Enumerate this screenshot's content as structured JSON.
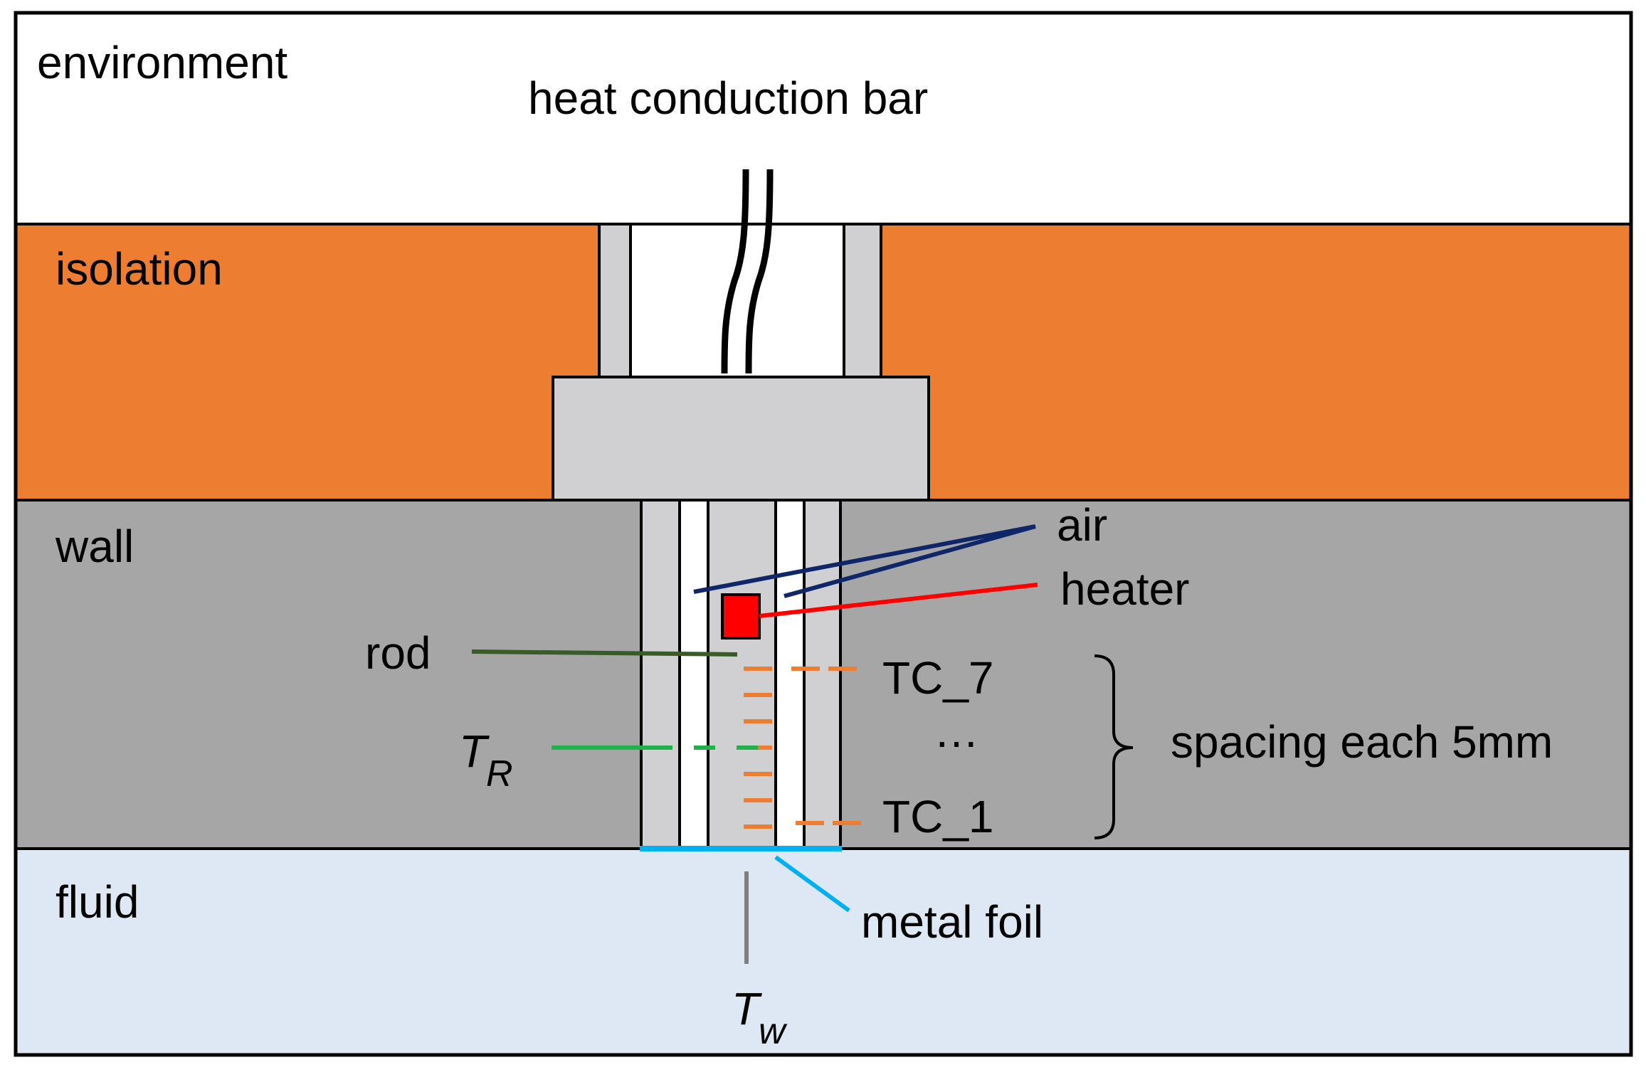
{
  "regions": {
    "environment": "environment",
    "isolation": "isolation",
    "wall": "wall",
    "fluid": "fluid"
  },
  "labels": {
    "heat_conduction_bar": "heat conduction bar",
    "air": "air",
    "heater": "heater",
    "rod": "rod",
    "tc_top": "TC_7",
    "tc_ellipsis": "…",
    "tc_bottom": "TC_1",
    "spacing": "spacing each 5mm",
    "metal_foil": "metal foil",
    "t_r": {
      "symbol": "T",
      "subscript": "R"
    },
    "t_w": {
      "symbol": "T",
      "subscript": "w"
    }
  },
  "colors": {
    "environment": "#ffffff",
    "isolation": "#ed7d31",
    "wall": "#a6a6a6",
    "fluid": "#dde8f4",
    "sensor_body": "#d0cfd2",
    "air_line": "#0f2669",
    "heater": "#ff0000",
    "rod_line": "#3a5a2a",
    "t_r_line": "#22b04a",
    "thermocouple": "#ed7d31",
    "metal_foil": "#00b0f0",
    "t_w_line": "#7f7f7f"
  }
}
